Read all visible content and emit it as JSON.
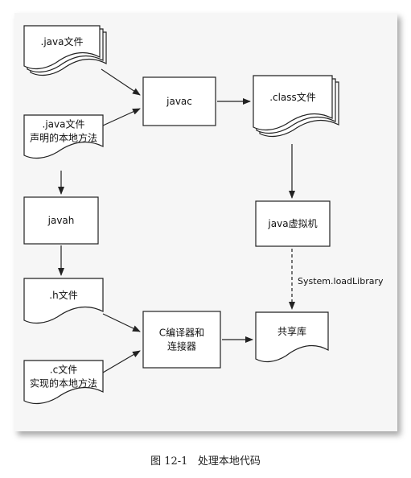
{
  "diagram": {
    "nodes": {
      "java_file": {
        "lines": [
          ".java文件"
        ]
      },
      "java_native": {
        "lines": [
          ".java文件",
          "声明的本地方法"
        ]
      },
      "javac": {
        "lines": [
          "javac"
        ]
      },
      "class_file": {
        "lines": [
          ".class文件"
        ]
      },
      "javah": {
        "lines": [
          "javah"
        ]
      },
      "jvm": {
        "lines": [
          "java虚拟机"
        ]
      },
      "h_file": {
        "lines": [
          ".h文件"
        ]
      },
      "compiler": {
        "lines": [
          "C编译器和",
          "连接器"
        ]
      },
      "shared_lib": {
        "lines": [
          "共享库"
        ]
      },
      "c_file": {
        "lines": [
          ".c文件",
          "实现的本地方法"
        ]
      }
    },
    "edges": [
      {
        "from": "java_file",
        "to": "javac",
        "style": "solid"
      },
      {
        "from": "java_native",
        "to": "javac",
        "style": "solid"
      },
      {
        "from": "javac",
        "to": "class_file",
        "style": "solid"
      },
      {
        "from": "java_native",
        "to": "javah",
        "style": "solid"
      },
      {
        "from": "class_file",
        "to": "jvm",
        "style": "solid"
      },
      {
        "from": "javah",
        "to": "h_file",
        "style": "solid"
      },
      {
        "from": "jvm",
        "to": "shared_lib",
        "style": "dashed",
        "label": "System.loadLibrary"
      },
      {
        "from": "h_file",
        "to": "compiler",
        "style": "solid"
      },
      {
        "from": "c_file",
        "to": "compiler",
        "style": "solid"
      },
      {
        "from": "compiler",
        "to": "shared_lib",
        "style": "solid"
      }
    ],
    "colors": {
      "stroke": "#222222",
      "fill": "#ffffff",
      "panel": "#f6f6f6"
    }
  },
  "caption": {
    "number": "图 12-1",
    "title": "处理本地代码"
  }
}
